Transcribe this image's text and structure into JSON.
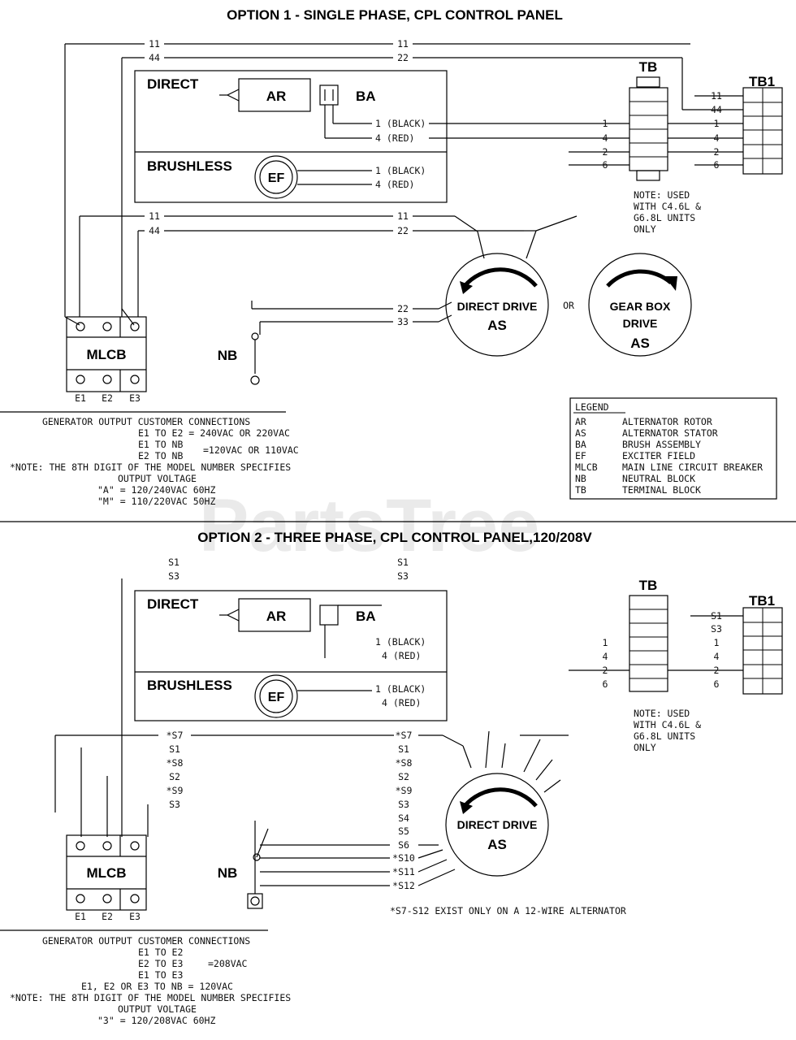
{
  "watermark": "PartsTree",
  "option1": {
    "title": "OPTION 1 - SINGLE PHASE, CPL CONTROL PANEL",
    "wire_top_left": [
      "11",
      "44"
    ],
    "wire_top_right": [
      "11",
      "22"
    ],
    "direct_label": "DIRECT",
    "ar": "AR",
    "ba": "BA",
    "brushless_label": "BRUSHLESS",
    "ef": "EF",
    "black_1": "1 (BLACK)",
    "red_4": "4 (RED)",
    "mid_left": [
      "11",
      "44"
    ],
    "mid_right": [
      "11",
      "22"
    ],
    "as_wires": [
      "22",
      "33"
    ],
    "tb": "TB",
    "tb1": "TB1",
    "tb_left_nums": [
      "1",
      "4",
      "2",
      "6"
    ],
    "tb1_left_nums": [
      "11",
      "44",
      "1",
      "4",
      "2",
      "6"
    ],
    "tb_note": [
      "NOTE: USED",
      "WITH C4.6L &",
      "G6.8L UNITS",
      "ONLY"
    ],
    "direct_drive": "DIRECT DRIVE",
    "as": "AS",
    "or": "OR",
    "gear_box": "GEAR BOX",
    "drive": "DRIVE",
    "nb": "NB",
    "mlcb": "MLCB",
    "e_labels": [
      "E1",
      "E2",
      "E3"
    ],
    "notes": [
      "GENERATOR OUTPUT CUSTOMER CONNECTIONS",
      "E1 TO E2 = 240VAC OR 220VAC",
      "E1 TO NB",
      "E2 TO NB",
      "=120VAC OR 110VAC",
      "*NOTE: THE 8TH DIGIT OF THE MODEL NUMBER SPECIFIES",
      "OUTPUT VOLTAGE",
      "\"A\" = 120/240VAC 60HZ",
      "\"M\" = 110/220VAC 50HZ"
    ],
    "legend_title": "LEGEND",
    "legend": [
      {
        "code": "AR",
        "desc": "ALTERNATOR ROTOR"
      },
      {
        "code": "AS",
        "desc": "ALTERNATOR STATOR"
      },
      {
        "code": "BA",
        "desc": "BRUSH ASSEMBLY"
      },
      {
        "code": "EF",
        "desc": "EXCITER FIELD"
      },
      {
        "code": "MLCB",
        "desc": "MAIN LINE CIRCUIT BREAKER"
      },
      {
        "code": "NB",
        "desc": "NEUTRAL BLOCK"
      },
      {
        "code": "TB",
        "desc": "TERMINAL BLOCK"
      }
    ]
  },
  "option2": {
    "title": "OPTION 2 - THREE PHASE, CPL CONTROL PANEL,120/208V",
    "top_left": [
      "S1",
      "S3"
    ],
    "top_right": [
      "S1",
      "S3"
    ],
    "direct_label": "DIRECT",
    "ar": "AR",
    "ba": "BA",
    "brushless_label": "BRUSHLESS",
    "ef": "EF",
    "black_1": "1 (BLACK)",
    "red_4": "4 (RED)",
    "left_wires": [
      "*S7",
      "S1",
      "*S8",
      "S2",
      "*S9",
      "S3"
    ],
    "right_wires": [
      "*S7",
      "S1",
      "*S8",
      "S2",
      "*S9",
      "S3",
      "S4",
      "S5",
      "S6",
      "*S10",
      "*S11",
      "*S12"
    ],
    "tb": "TB",
    "tb1": "TB1",
    "tb_left_nums": [
      "1",
      "4",
      "2",
      "6"
    ],
    "tb1_left_nums": [
      "S1",
      "S3",
      "1",
      "4",
      "2",
      "6"
    ],
    "tb_note": [
      "NOTE: USED",
      "WITH C4.6L &",
      "G6.8L UNITS",
      "ONLY"
    ],
    "direct_drive": "DIRECT DRIVE",
    "as": "AS",
    "nb": "NB",
    "mlcb": "MLCB",
    "e_labels": [
      "E1",
      "E2",
      "E3"
    ],
    "footnote": "*S7-S12 EXIST ONLY ON A 12-WIRE ALTERNATOR",
    "notes": [
      "GENERATOR OUTPUT CUSTOMER CONNECTIONS",
      "E1 TO E2",
      "E2 TO E3",
      "E1 TO E3",
      "=208VAC",
      "E1, E2 OR E3 TO NB = 120VAC",
      "*NOTE: THE 8TH DIGIT OF THE MODEL NUMBER SPECIFIES",
      "OUTPUT VOLTAGE",
      "\"3\" = 120/208VAC 60HZ"
    ]
  }
}
